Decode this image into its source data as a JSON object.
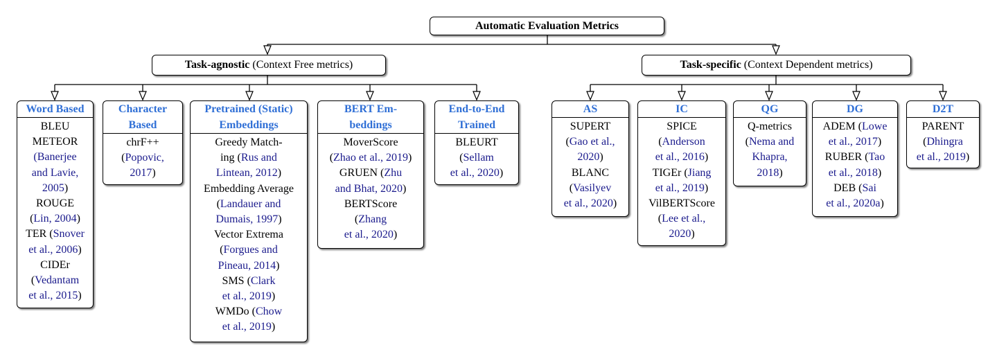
{
  "root": "Automatic Evaluation Metrics",
  "branches": {
    "agnostic": {
      "bold": "Task-agnostic",
      "rest": " (Context Free metrics)"
    },
    "specific": {
      "bold": "Task-specific",
      "rest": " (Context Dependent metrics)"
    }
  },
  "categories": {
    "word": {
      "title": [
        "Word Based"
      ],
      "lines": [
        [
          {
            "t": "BLEU"
          }
        ],
        [
          {
            "t": "METEOR"
          }
        ],
        [
          {
            "c": "(Banerjee"
          }
        ],
        [
          {
            "c": "and Lavie,"
          }
        ],
        [
          {
            "c": "2005"
          },
          {
            "t": ")"
          }
        ],
        [
          {
            "t": "ROUGE"
          }
        ],
        [
          {
            "t": "("
          },
          {
            "c": "Lin, 2004"
          },
          {
            "t": ")"
          }
        ],
        [
          {
            "t": "TER ("
          },
          {
            "c": "Snover"
          }
        ],
        [
          {
            "c": "et al., 2006"
          },
          {
            "t": ")"
          }
        ],
        [
          {
            "t": "CIDEr"
          }
        ],
        [
          {
            "t": "("
          },
          {
            "c": "Vedantam"
          }
        ],
        [
          {
            "c": "et al., 2015"
          },
          {
            "t": ")"
          }
        ]
      ]
    },
    "char": {
      "title": [
        "Character",
        "Based"
      ],
      "lines": [
        [
          {
            "t": "chrF++"
          }
        ],
        [
          {
            "t": "("
          },
          {
            "c": "Popovic,"
          }
        ],
        [
          {
            "c": "2017"
          },
          {
            "t": ")"
          }
        ]
      ]
    },
    "static": {
      "title": [
        "Pretrained (Static)",
        "Embeddings"
      ],
      "lines": [
        [
          {
            "t": "Greedy Match-"
          }
        ],
        [
          {
            "t": "ing ("
          },
          {
            "c": "Rus and"
          }
        ],
        [
          {
            "c": "Lintean, 2012"
          },
          {
            "t": ")"
          }
        ],
        [
          {
            "t": "Embedding Average"
          }
        ],
        [
          {
            "t": "("
          },
          {
            "c": "Landauer and"
          }
        ],
        [
          {
            "c": "Dumais, 1997"
          },
          {
            "t": ")"
          }
        ],
        [
          {
            "t": "Vector Extrema"
          }
        ],
        [
          {
            "t": "("
          },
          {
            "c": "Forgues and"
          }
        ],
        [
          {
            "c": "Pineau, 2014"
          },
          {
            "t": ")"
          }
        ],
        [
          {
            "t": "SMS ("
          },
          {
            "c": "Clark"
          }
        ],
        [
          {
            "c": "et al., 2019"
          },
          {
            "t": ")"
          }
        ],
        [
          {
            "t": "WMDo ("
          },
          {
            "c": "Chow"
          }
        ],
        [
          {
            "c": "et al., 2019"
          },
          {
            "t": ")"
          }
        ]
      ]
    },
    "bert": {
      "title": [
        "BERT Em-",
        "beddings"
      ],
      "lines": [
        [
          {
            "t": "MoverScore"
          }
        ],
        [
          {
            "t": "("
          },
          {
            "c": "Zhao et al., 2019"
          },
          {
            "t": ")"
          }
        ],
        [
          {
            "t": "GRUEN ("
          },
          {
            "c": "Zhu"
          }
        ],
        [
          {
            "c": "and Bhat, 2020"
          },
          {
            "t": ")"
          }
        ],
        [
          {
            "t": "BERTScore"
          }
        ],
        [
          {
            "t": "("
          },
          {
            "c": "Zhang"
          }
        ],
        [
          {
            "c": "et al., 2020"
          },
          {
            "t": ")"
          }
        ]
      ]
    },
    "e2e": {
      "title": [
        "End-to-End",
        "Trained"
      ],
      "lines": [
        [
          {
            "t": "BLEURT"
          }
        ],
        [
          {
            "t": "("
          },
          {
            "c": "Sellam"
          }
        ],
        [
          {
            "c": "et al., 2020"
          },
          {
            "t": ")"
          }
        ]
      ]
    },
    "as": {
      "title": [
        "AS"
      ],
      "lines": [
        [
          {
            "t": "SUPERT"
          }
        ],
        [
          {
            "t": "("
          },
          {
            "c": "Gao et al.,"
          }
        ],
        [
          {
            "c": "2020"
          },
          {
            "t": ")"
          }
        ],
        [
          {
            "t": "BLANC"
          }
        ],
        [
          {
            "t": "("
          },
          {
            "c": "Vasilyev"
          }
        ],
        [
          {
            "c": "et al., 2020"
          },
          {
            "t": ")"
          }
        ]
      ]
    },
    "ic": {
      "title": [
        "IC"
      ],
      "lines": [
        [
          {
            "t": "SPICE"
          }
        ],
        [
          {
            "t": "("
          },
          {
            "c": "Anderson"
          }
        ],
        [
          {
            "c": "et al., 2016"
          },
          {
            "t": ")"
          }
        ],
        [
          {
            "t": "TIGEr ("
          },
          {
            "c": "Jiang"
          }
        ],
        [
          {
            "c": "et al., 2019"
          },
          {
            "t": ")"
          }
        ],
        [
          {
            "t": "VilBERTScore"
          }
        ],
        [
          {
            "t": "("
          },
          {
            "c": "Lee et al.,"
          }
        ],
        [
          {
            "c": "2020"
          },
          {
            "t": ")"
          }
        ]
      ]
    },
    "qg": {
      "title": [
        "QG"
      ],
      "lines": [
        [
          {
            "t": "Q-metrics"
          }
        ],
        [
          {
            "t": "("
          },
          {
            "c": "Nema and"
          }
        ],
        [
          {
            "c": "Khapra,"
          }
        ],
        [
          {
            "c": "2018"
          },
          {
            "t": ")"
          }
        ]
      ]
    },
    "dg": {
      "title": [
        "DG"
      ],
      "lines": [
        [
          {
            "t": "ADEM ("
          },
          {
            "c": "Lowe"
          }
        ],
        [
          {
            "c": "et al., 2017"
          },
          {
            "t": ")"
          }
        ],
        [
          {
            "t": "RUBER ("
          },
          {
            "c": "Tao"
          }
        ],
        [
          {
            "c": "et al., 2018"
          },
          {
            "t": ")"
          }
        ],
        [
          {
            "t": "DEB ("
          },
          {
            "c": "Sai"
          }
        ],
        [
          {
            "c": "et al., 2020a"
          },
          {
            "t": ")"
          }
        ]
      ]
    },
    "d2t": {
      "title": [
        "D2T"
      ],
      "lines": [
        [
          {
            "t": "PARENT"
          }
        ],
        [
          {
            "t": "("
          },
          {
            "c": "Dhingra"
          }
        ],
        [
          {
            "c": "et al., 2019"
          },
          {
            "t": ")"
          }
        ]
      ]
    }
  },
  "colors": {
    "heading": "#2f6fd6",
    "citation": "#1a1a8c",
    "border": "#000000"
  }
}
